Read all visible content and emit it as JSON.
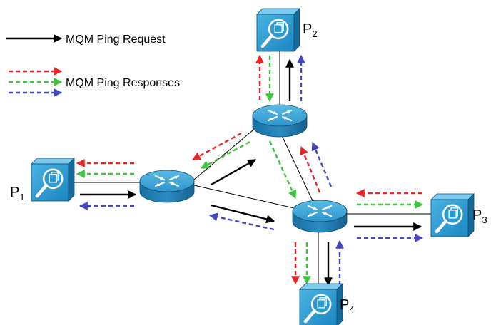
{
  "legend": {
    "request_label": "MQM Ping Request",
    "responses_label": "MQM Ping Responses"
  },
  "probes": [
    {
      "name": "P",
      "sub": "1"
    },
    {
      "name": "P",
      "sub": "2"
    },
    {
      "name": "P",
      "sub": "3"
    },
    {
      "name": "P",
      "sub": "4"
    }
  ],
  "colors": {
    "request": "#000000",
    "response_red": "#e8262a",
    "response_green": "#3cc43c",
    "response_blue": "#4646c0",
    "device": "#1d8fc8",
    "router_top": "#3aa6da",
    "router_side": "#1a6f9f",
    "link": "#000000"
  },
  "icons": [
    "router-icon",
    "probe-icon",
    "magnifier-icon"
  ]
}
